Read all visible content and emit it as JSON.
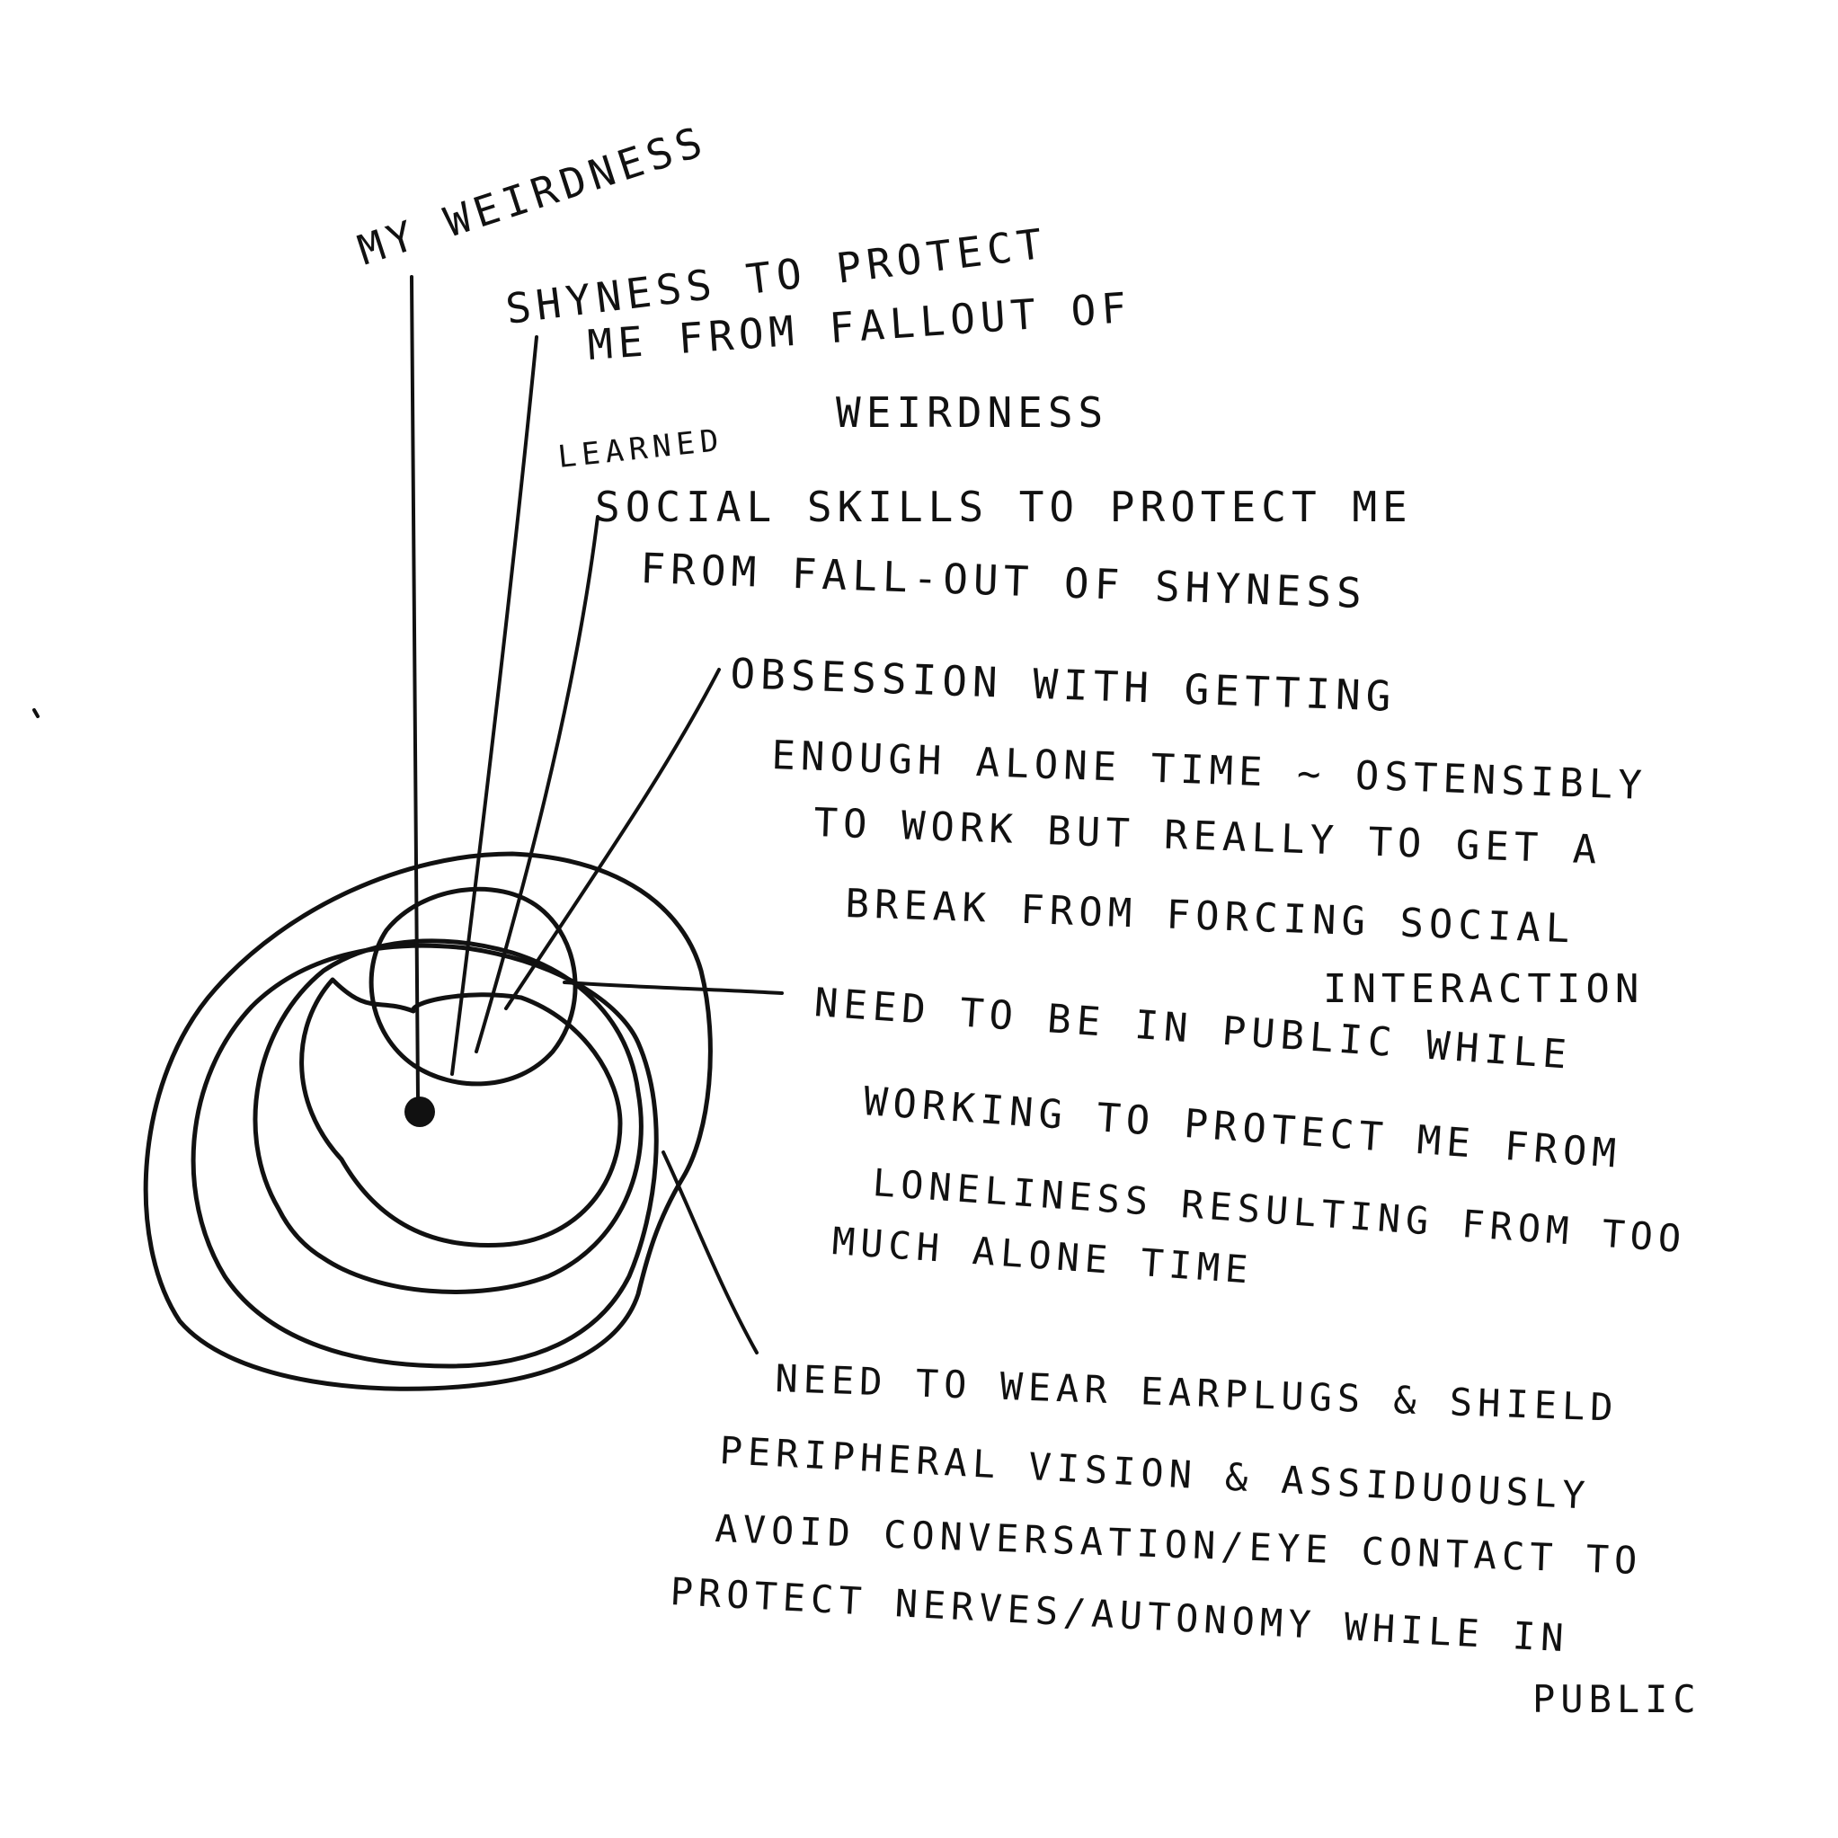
{
  "colors": {
    "ink": "#111111",
    "paper": "#ffffff"
  },
  "layers": [
    {
      "id": "weirdness",
      "lines": [
        "MY WEIRDNESS"
      ]
    },
    {
      "id": "shyness",
      "lines": [
        "SHYNESS TO PROTECT",
        "ME FROM FALLOUT OF",
        "WEIRDNESS"
      ]
    },
    {
      "id": "social-skills",
      "lines": [
        "LEARNED",
        "SOCIAL SKILLS TO PROTECT ME",
        "FROM FALL-OUT OF SHYNESS"
      ]
    },
    {
      "id": "alone-time",
      "lines": [
        "OBSESSION WITH GETTING",
        "ENOUGH ALONE TIME ~ OSTENSIBLY",
        "TO WORK BUT REALLY TO GET A",
        "BREAK FROM FORCING SOCIAL",
        "INTERACTION"
      ]
    },
    {
      "id": "public",
      "lines": [
        "NEED TO BE IN PUBLIC WHILE",
        "WORKING TO PROTECT ME FROM",
        "LONELINESS RESULTING FROM TOO",
        "MUCH ALONE TIME"
      ]
    },
    {
      "id": "earplugs",
      "lines": [
        "NEED TO WEAR EARPLUGS & SHIELD",
        "PERIPHERAL VISION & ASSIDUOUSLY",
        "AVOID CONVERSATION/EYE CONTACT TO",
        "PROTECT NERVES/AUTONOMY WHILE IN",
        "PUBLIC"
      ]
    }
  ]
}
